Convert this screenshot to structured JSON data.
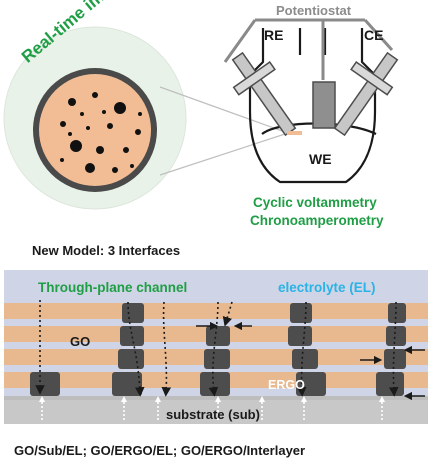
{
  "imaging": {
    "label": "Real-time imaging"
  },
  "cell": {
    "potentiostat": "Potentiostat",
    "reference_electrode": "RE",
    "counter_electrode": "CE",
    "working_electrode": "WE"
  },
  "methods": [
    "Cyclic voltammetry",
    "Chronoamperometry"
  ],
  "model": {
    "heading": "New Model: 3 Interfaces",
    "through_plane_label": "Through-plane channel",
    "electrolyte_label": "electrolyte (EL)",
    "go_label": "GO",
    "ergo_label": "ERGO",
    "substrate_label": "substrate (sub)"
  },
  "footer": "GO/Sub/EL; GO/ERGO/EL; GO/ERGO/Interlayer",
  "colors": {
    "green_text": "#1f9e45",
    "blue_text": "#2ab3e6",
    "go_layer": "#e8b88e",
    "ergo": "#4d4d4d",
    "substrate": "#c8c8c8",
    "background_box": "#cfd5e6"
  }
}
